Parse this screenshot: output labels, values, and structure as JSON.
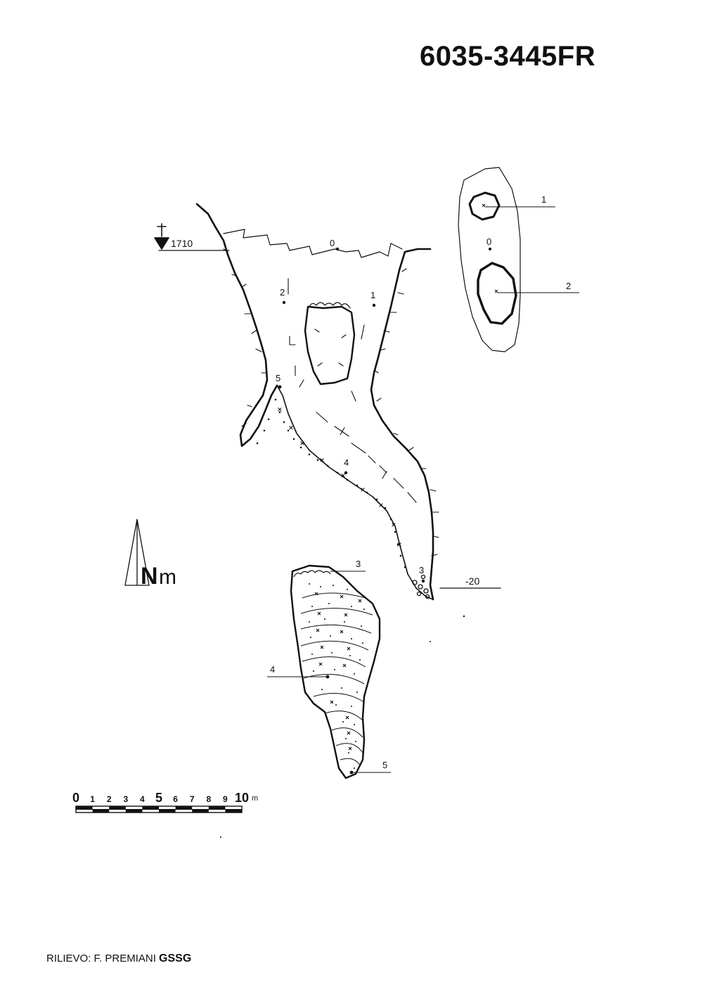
{
  "header": {
    "cave_id": "6035-3445FR"
  },
  "plan": {
    "elevation": "1710",
    "entrance_point": "0",
    "points": [
      "1",
      "2",
      "3",
      "4",
      "5"
    ],
    "depth": "-20"
  },
  "section": {
    "points": [
      "1",
      "0",
      "2"
    ]
  },
  "profile": {
    "points": [
      "3",
      "4",
      "5"
    ]
  },
  "north": {
    "label": "N",
    "unit": "m"
  },
  "scale": {
    "ticks": [
      "0",
      "1",
      "2",
      "3",
      "4",
      "5",
      "6",
      "7",
      "8",
      "9",
      "10"
    ],
    "unit": "m"
  },
  "footer": {
    "credit": "RILIEVO: F. PREMIANI",
    "group": "GSSG"
  }
}
